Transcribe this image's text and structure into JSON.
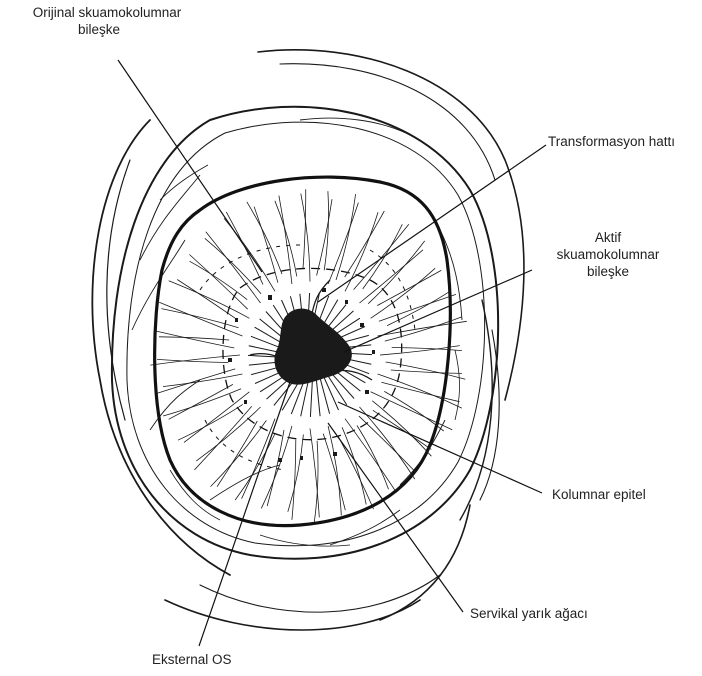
{
  "labels": {
    "original_junction": {
      "line1": "Orijinal skuamokolumnar",
      "line2": "bileşke"
    },
    "transformation_line": "Transformasyon hattı",
    "active_junction": {
      "line1": "Aktif",
      "line2": "skuamokolumnar",
      "line3": "bileşke"
    },
    "columnar_epithelium": "Kolumnar epitel",
    "cervical_cleft_tree": "Servikal yarık ağacı",
    "external_os": "Eksternal OS"
  },
  "colors": {
    "ink": "#1a1a1a",
    "background": "#ffffff"
  }
}
